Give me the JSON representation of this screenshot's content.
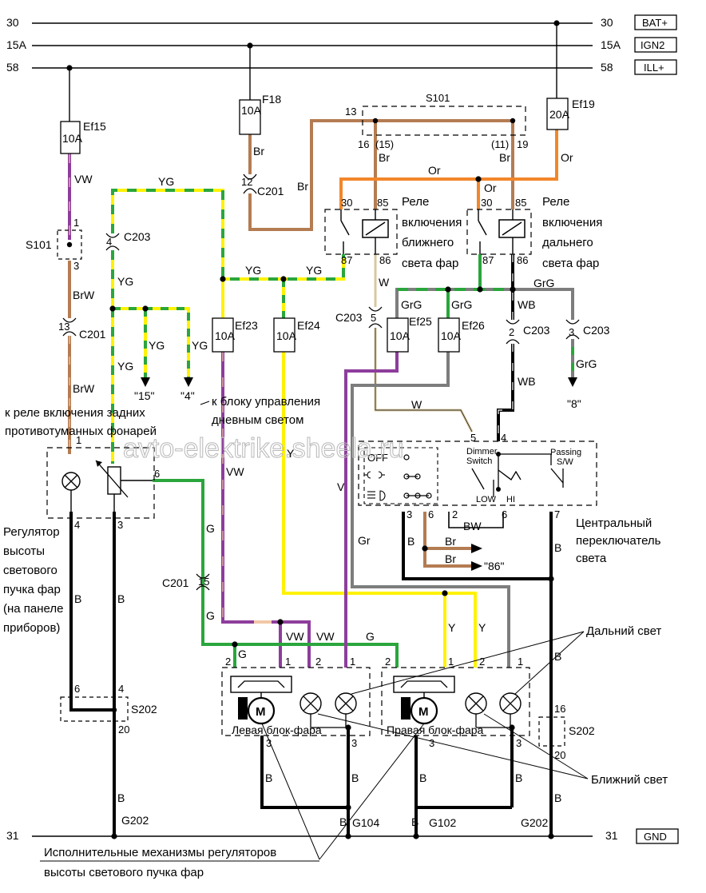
{
  "rails": {
    "r30": {
      "left": "30",
      "right": "30",
      "box": "BAT+"
    },
    "r15a": {
      "left": "15A",
      "right": "15A",
      "box": "IGN2"
    },
    "r58": {
      "left": "58",
      "right": "58",
      "box": "ILL+"
    },
    "r31": {
      "left": "31",
      "right": "31",
      "box": "GND"
    }
  },
  "fuses": {
    "ef15": {
      "name": "Ef15",
      "rating": "10A"
    },
    "f18": {
      "name": "F18",
      "rating": "10A"
    },
    "ef19": {
      "name": "Ef19",
      "rating": "20A"
    },
    "ef23": {
      "name": "Ef23",
      "rating": "10A"
    },
    "ef24": {
      "name": "Ef24",
      "rating": "10A"
    },
    "ef25": {
      "name": "Ef25",
      "rating": "10A"
    },
    "ef26": {
      "name": "Ef26",
      "rating": "10A"
    }
  },
  "connectors": {
    "s101_top": "S101",
    "s101_left": "S101",
    "c201": "C201",
    "c203": "C203",
    "s202": "S202",
    "g202": "G202",
    "g104": "G104",
    "g102": "G102"
  },
  "pins": {
    "p1": "1",
    "p2": "2",
    "p3": "3",
    "p4": "4",
    "p5": "5",
    "p6": "6",
    "p7": "7",
    "p11p": "(11)",
    "p12": "12",
    "p13": "13",
    "p15": "15",
    "p15p": "(15)",
    "p16": "16",
    "p19": "19",
    "p20": "20",
    "p30": "30",
    "p85": "85",
    "p86": "86",
    "p87": "87"
  },
  "wires": {
    "vw": "VW",
    "brw": "BrW",
    "br": "Br",
    "or": "Or",
    "yg": "YG",
    "y": "Y",
    "w": "W",
    "grg": "GrG",
    "wb": "WB",
    "v": "V",
    "gr": "Gr",
    "g": "G",
    "b": "B",
    "bw": "BW"
  },
  "refs": {
    "r15": "\"15\"",
    "r4": "\"4\"",
    "r8": "\"8\"",
    "r86": "\"86\""
  },
  "switch": {
    "off": "OFF",
    "dimmer": "Dimmer",
    "dimmer_sw": "Switch",
    "passing": "Passing",
    "passing_sw": "S/W",
    "low": "LOW",
    "hi": "HI",
    "title_l1": "Центральный",
    "title_l2": "переключатель",
    "title_l3": "света"
  },
  "labels": {
    "relay_low_l1": "Реле",
    "relay_low_l2": "включения",
    "relay_low_l3": "ближнего",
    "relay_low_l4": "света фар",
    "relay_high_l1": "Реле",
    "relay_high_l2": "включения",
    "relay_high_l3": "дальнего",
    "relay_high_l4": "света фар",
    "rear_fog_l1": "к реле включения задних",
    "rear_fog_l2": "противотуманных фонарей",
    "drl_l1": "к блоку управления",
    "drl_l2": "дневным светом",
    "regulator_l1": "Регулятор",
    "regulator_l2": "высоты",
    "regulator_l3": "светового",
    "regulator_l4": "пучка фар",
    "regulator_l5": "(на панеле",
    "regulator_l6": "приборов)",
    "left_headlamp": "Левая блок-фара",
    "right_headlamp": "Правая блок-фара",
    "high_beam": "Дальний свет",
    "low_beam": "Ближний свет",
    "actuators_l1": "Исполнительные механизмы регуляторов",
    "actuators_l2": "высоты светового пучка фар",
    "motor": "M"
  },
  "watermark": "avto-elektrike.sheela.ru",
  "colors": {
    "brown": "#b47c52",
    "orange": "#f2862a",
    "yellow": "#fff200",
    "green": "#2aa63c",
    "violet": "#8e3d9c",
    "pink": "#f2c8a8",
    "gray": "#7d7d7d",
    "tan": "#d7c8a0",
    "black": "#000000"
  }
}
